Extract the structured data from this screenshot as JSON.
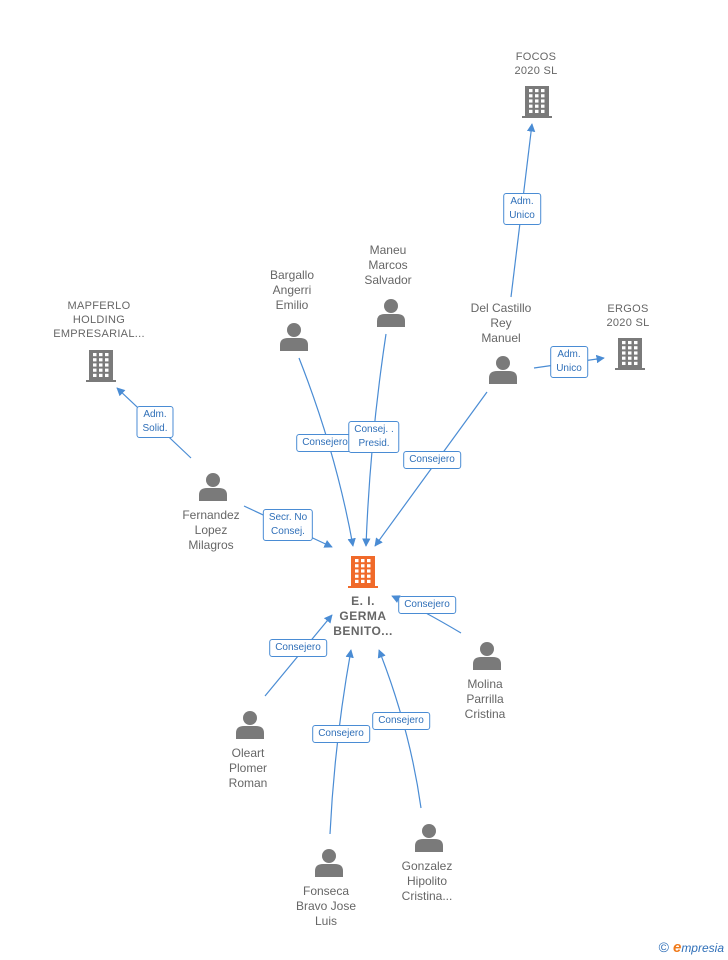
{
  "colors": {
    "edge": "#4a8cd4",
    "person_icon": "#7a7a7a",
    "company_icon": "#7a7a7a",
    "focus_icon": "#f06a2a"
  },
  "nodes": [
    {
      "id": "focus",
      "kind": "focus",
      "icon": "building-icon",
      "label": "E. I.\nGERMA\nBENITO..."
    },
    {
      "id": "focos",
      "kind": "company",
      "icon": "building-icon",
      "label": "FOCOS\n2020 SL"
    },
    {
      "id": "ergos",
      "kind": "company",
      "icon": "building-icon",
      "label": "ERGOS\n2020 SL"
    },
    {
      "id": "mapferlo",
      "kind": "company",
      "icon": "building-icon",
      "label": "MAPFERLO\nHOLDING\nEMPRESARIAL..."
    },
    {
      "id": "bargallo",
      "kind": "person",
      "icon": "person-icon",
      "label": "Bargallo\nAngerri\nEmilio"
    },
    {
      "id": "maneu",
      "kind": "person",
      "icon": "person-icon",
      "label": "Maneu\nMarcos\nSalvador"
    },
    {
      "id": "delcastillo",
      "kind": "person",
      "icon": "person-icon",
      "label": "Del Castillo\nRey\nManuel"
    },
    {
      "id": "fernandez",
      "kind": "person",
      "icon": "person-icon",
      "label": "Fernandez\nLopez\nMilagros"
    },
    {
      "id": "molina",
      "kind": "person",
      "icon": "person-icon",
      "label": "Molina\nParrilla\nCristina"
    },
    {
      "id": "oleart",
      "kind": "person",
      "icon": "person-icon",
      "label": "Oleart\nPlomer\nRoman"
    },
    {
      "id": "fonseca",
      "kind": "person",
      "icon": "person-icon",
      "label": "Fonseca\nBravo Jose\nLuis"
    },
    {
      "id": "gonzalez",
      "kind": "person",
      "icon": "person-icon",
      "label": "Gonzalez\nHipolito\nCristina..."
    }
  ],
  "edges": [
    {
      "from": "delcastillo",
      "to": "focos",
      "label": "Adm.\nUnico"
    },
    {
      "from": "delcastillo",
      "to": "ergos",
      "label": "Adm.\nUnico"
    },
    {
      "from": "fernandez",
      "to": "mapferlo",
      "label": "Adm.\nSolid."
    },
    {
      "from": "bargallo",
      "to": "focus",
      "label": "Consejero"
    },
    {
      "from": "maneu",
      "to": "focus",
      "label": "Consej. .\nPresid."
    },
    {
      "from": "delcastillo",
      "to": "focus",
      "label": "Consejero"
    },
    {
      "from": "fernandez",
      "to": "focus",
      "label": "Secr.  No\nConsej."
    },
    {
      "from": "molina",
      "to": "focus",
      "label": "Consejero"
    },
    {
      "from": "oleart",
      "to": "focus",
      "label": "Consejero"
    },
    {
      "from": "fonseca",
      "to": "focus",
      "label": "Consejero"
    },
    {
      "from": "gonzalez",
      "to": "focus",
      "label": "Consejero"
    }
  ],
  "brand": {
    "copyright": "©",
    "first_letter": "e",
    "rest": "mpresia"
  }
}
